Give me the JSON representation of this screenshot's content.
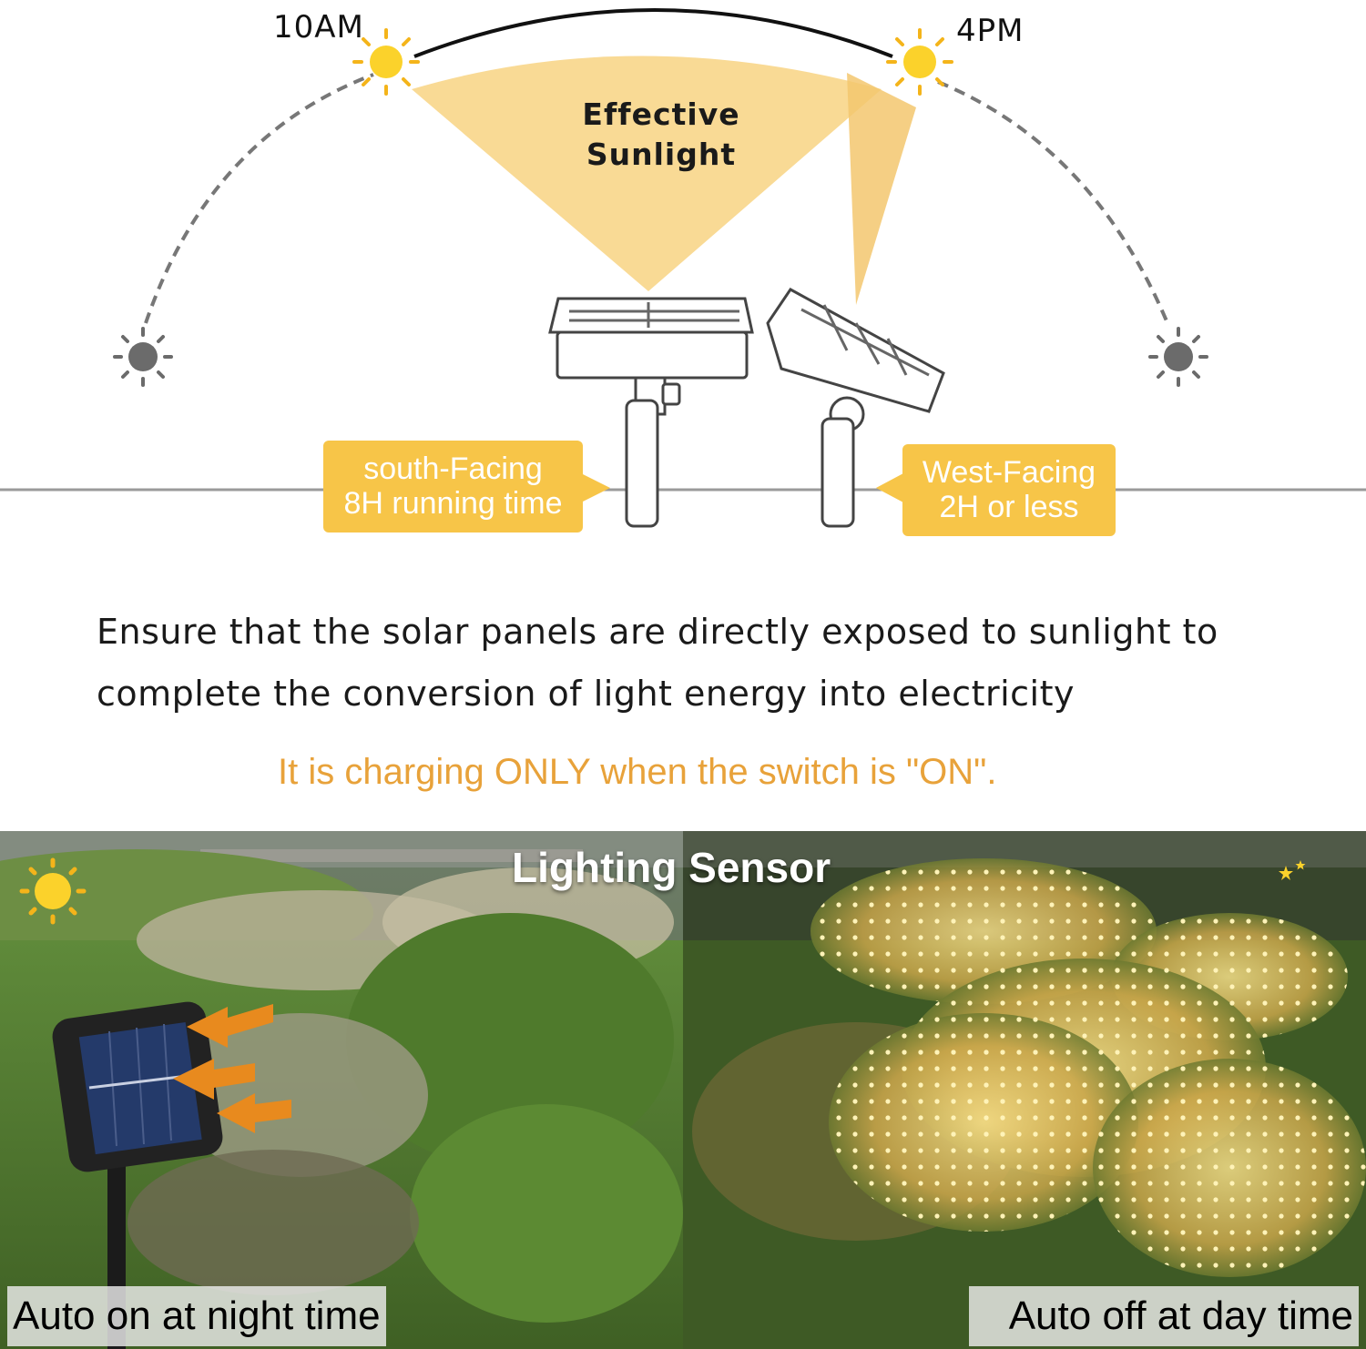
{
  "diagram": {
    "time_start": "10AM",
    "time_end": "4PM",
    "sunlight_zone": [
      "Effective",
      "Sunlight"
    ],
    "south_tag": [
      "south-Facing",
      "8H running time"
    ],
    "west_tag": [
      "West-Facing",
      "2H or less"
    ]
  },
  "body_text": {
    "line1": "Ensure that the solar panels are directly exposed to sunlight to",
    "line2": "complete the conversion of light energy into electricity",
    "note": "It is charging ONLY when the switch is \"ON\"."
  },
  "photos": {
    "title": "Lighting Sensor",
    "left_caption": "Auto on at night time",
    "right_caption": "Auto off at day time",
    "left_icon": "sun-icon",
    "right_icon": "moon-stars-icon"
  },
  "colors": {
    "accent_yellow": "#f7c548",
    "note_orange": "#e8a23a",
    "arrow_orange": "#e88a1e",
    "sun_yellow": "#fbd22b",
    "inactive_sun": "#6b6b6b"
  }
}
